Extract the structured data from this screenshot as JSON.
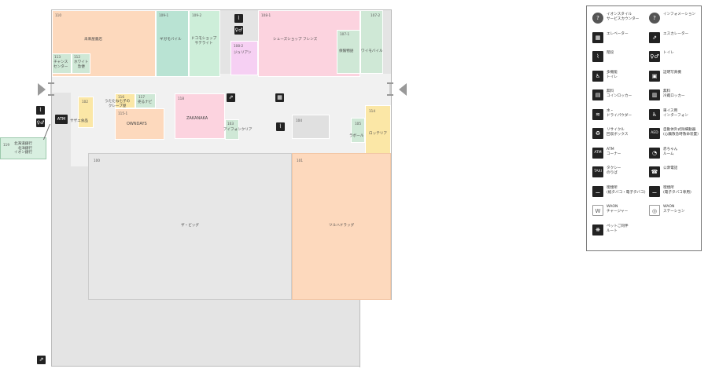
{
  "stores": {
    "s110": {
      "no": "110",
      "name": "未来屋書店"
    },
    "s109_1": {
      "no": "109-1",
      "name": "ギガモバイル"
    },
    "s109_2": {
      "no": "109-2",
      "name": "ドコモショップ\nサテライト"
    },
    "s108_1": {
      "no": "108-1",
      "name": "シューズショップ フレンズ"
    },
    "s108_2": {
      "no": "108-2",
      "name": "ジュリアン"
    },
    "s107_1": {
      "no": "107-1",
      "name": "保険物語"
    },
    "s107_2": {
      "no": "107-2",
      "name": "ワイモバイル"
    },
    "s113": {
      "no": "113",
      "name": "チャンス\nセンター"
    },
    "s112": {
      "no": "112",
      "name": "ホワイト\n急便"
    },
    "s102": {
      "no": "102",
      "name": "サザエ食品"
    },
    "s116": {
      "no": "116",
      "name": "うたたね七子の\nクレープ屋"
    },
    "s117": {
      "no": "117",
      "name": "売るナビ"
    },
    "s115_1": {
      "no": "115-1",
      "name": "OWNDAYS"
    },
    "s118": {
      "no": "118",
      "name": "ZAKANAKA"
    },
    "s103": {
      "no": "103",
      "name": "アイフォンクリア"
    },
    "s104": {
      "no": "104",
      "name": ""
    },
    "s105": {
      "no": "105",
      "name": "ラボール"
    },
    "s114": {
      "no": "114",
      "name": "ロッテリア"
    },
    "s100": {
      "no": "100",
      "name": "ザ・ビッグ"
    },
    "s101": {
      "no": "101",
      "name": "ツルハドラッグ"
    },
    "s119": {
      "no": "119",
      "name": "北海道銀行\n北洋銀行\nイオン銀行"
    }
  },
  "map_icons": {
    "atm": "ATM"
  },
  "legend": [
    {
      "icon": "?",
      "label": "イオンスタイル\nサービスカウンター",
      "icon_name": "service-counter-icon"
    },
    {
      "icon": "?",
      "label": "インフォメーション",
      "icon_name": "information-icon"
    },
    {
      "icon": "▦",
      "label": "エレベーター",
      "icon_name": "elevator-icon"
    },
    {
      "icon": "⇗",
      "label": "エスカレーター",
      "icon_name": "escalator-icon"
    },
    {
      "icon": "⌇",
      "label": "階段",
      "icon_name": "stairs-icon"
    },
    {
      "icon": "♀♂",
      "label": "トイレ",
      "icon_name": "toilet-icon"
    },
    {
      "icon": "♿",
      "label": "多機能\nトイレ",
      "icon_name": "multipurpose-toilet-icon"
    },
    {
      "icon": "▣",
      "label": "証明写真機",
      "icon_name": "id-photo-icon"
    },
    {
      "icon": "▤",
      "label": "無料\nコインロッカー",
      "icon_name": "coin-locker-icon"
    },
    {
      "icon": "▥",
      "label": "無料\n冷蔵ロッカー",
      "icon_name": "cold-locker-icon"
    },
    {
      "icon": "≋",
      "label": "水・\nドライパウダー",
      "icon_name": "water-icon"
    },
    {
      "icon": "♿",
      "label": "車イス用\nインターフォン",
      "icon_name": "wheelchair-interphone-icon"
    },
    {
      "icon": "♻",
      "label": "リサイクル\n回収ボックス",
      "icon_name": "recycle-icon"
    },
    {
      "icon": "AED",
      "label": "自動体外式除細動器\n(心臓救急時救命装置)",
      "icon_name": "aed-icon"
    },
    {
      "icon": "ATM",
      "label": "ATM\nコーナー",
      "icon_name": "atm-icon"
    },
    {
      "icon": "◔",
      "label": "赤ちゃん\nルーム",
      "icon_name": "baby-room-icon"
    },
    {
      "icon": "TAXI",
      "label": "タクシー\nのりば",
      "icon_name": "taxi-icon"
    },
    {
      "icon": "☎",
      "label": "公衆電話",
      "icon_name": "phone-icon"
    },
    {
      "icon": "⚊",
      "label": "喫煙所\n(紙タバコ・電子タバコ)",
      "icon_name": "smoking-icon"
    },
    {
      "icon": "⚊",
      "label": "喫煙所\n(電子タバコ専用)",
      "icon_name": "e-smoking-icon"
    },
    {
      "icon": "W",
      "label": "WAON\nチャージャー",
      "icon_name": "waon-charger-icon"
    },
    {
      "icon": "◎",
      "label": "WAON\nステーション",
      "icon_name": "waon-station-icon"
    },
    {
      "icon": "❋",
      "label": "ペットご同伴\nルート",
      "icon_name": "pet-route-icon"
    }
  ]
}
